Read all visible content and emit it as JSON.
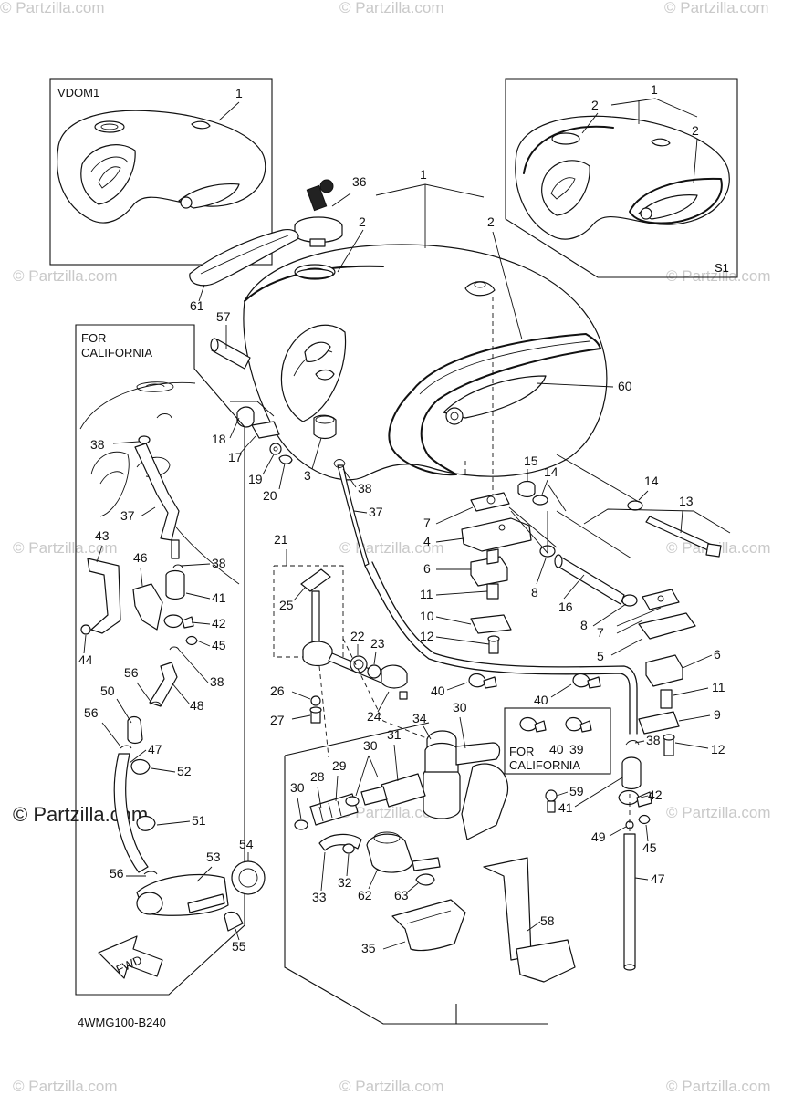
{
  "diagram": {
    "code": "4WMG100-B240",
    "insets": {
      "left_label": "VDOM1",
      "right_label": "S1",
      "california_box_line1": "FOR",
      "california_box_line2": "CALIFORNIA",
      "california_small_line1": "FOR",
      "california_small_line2": "CALIFORNIA"
    },
    "fwd_label": "FWD",
    "watermark": "© Partzilla.com",
    "watermark_big": "© Partzilla.com",
    "callouts": {
      "c1a": "1",
      "c1b": "1",
      "c1c": "1",
      "c2a": "2",
      "c2b": "2",
      "c2c": "2",
      "c2d": "2",
      "c36": "36",
      "c61": "61",
      "c57": "57",
      "c60": "60",
      "c18": "18",
      "c17": "17",
      "c19": "19",
      "c20": "20",
      "c3": "3",
      "c38a": "38",
      "c38b": "38",
      "c38c": "38",
      "c38d": "38",
      "c38e": "38",
      "c37a": "37",
      "c37b": "37",
      "c15": "15",
      "c14a": "14",
      "c14b": "14",
      "c13": "13",
      "c7a": "7",
      "c7b": "7",
      "c4": "4",
      "c6a": "6",
      "c6b": "6",
      "c8a": "8",
      "c8b": "8",
      "c16": "16",
      "c11a": "11",
      "c11b": "11",
      "c10": "10",
      "c12a": "12",
      "c12b": "12",
      "c5": "5",
      "c9": "9",
      "c21": "21",
      "c25": "25",
      "c22": "22",
      "c23": "23",
      "c24": "24",
      "c26": "26",
      "c27": "27",
      "c40a": "40",
      "c40b": "40",
      "c40c": "40",
      "c39": "39",
      "c30a": "30",
      "c30b": "30",
      "c30c": "30",
      "c34": "34",
      "c31": "31",
      "c29": "29",
      "c28": "28",
      "c59": "59",
      "c41a": "41",
      "c41b": "41",
      "c42a": "42",
      "c42b": "42",
      "c49": "49",
      "c45a": "45",
      "c45b": "45",
      "c47a": "47",
      "c47b": "47",
      "c32": "32",
      "c33": "33",
      "c62": "62",
      "c63": "63",
      "c58": "58",
      "c35": "35",
      "c43": "43",
      "c46": "46",
      "c44": "44",
      "c56a": "56",
      "c56b": "56",
      "c56c": "56",
      "c50": "50",
      "c48": "48",
      "c52": "52",
      "c51": "51",
      "c53": "53",
      "c54": "54",
      "c55": "55"
    }
  }
}
